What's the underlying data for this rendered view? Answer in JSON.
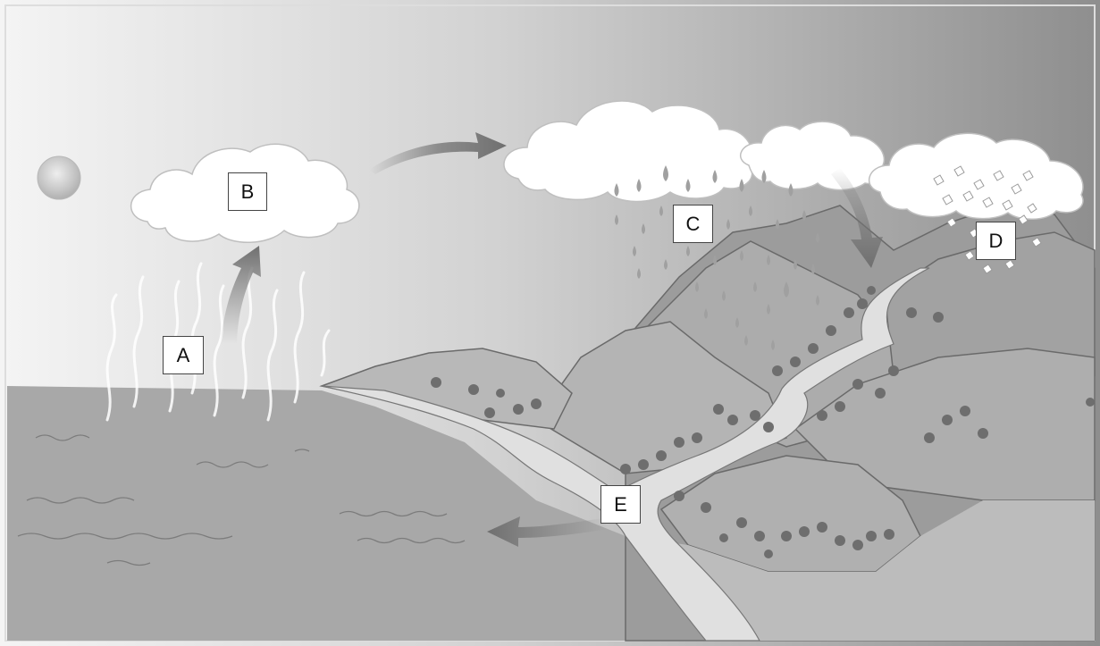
{
  "diagram": {
    "labels": {
      "a": "A",
      "b": "B",
      "c": "C",
      "d": "D",
      "e": "E"
    },
    "colors": {
      "sky_light": "#f4f4f4",
      "sky_dark": "#8c8c8c",
      "ocean": "#a9a9a9",
      "mountain": "#b2b2b2",
      "mountain_dark": "#9a9a9a",
      "river": "#dcdcdc",
      "cloud": "#ffffff",
      "arrow": "#7a7a7a",
      "tree": "#6e6e6e"
    }
  }
}
